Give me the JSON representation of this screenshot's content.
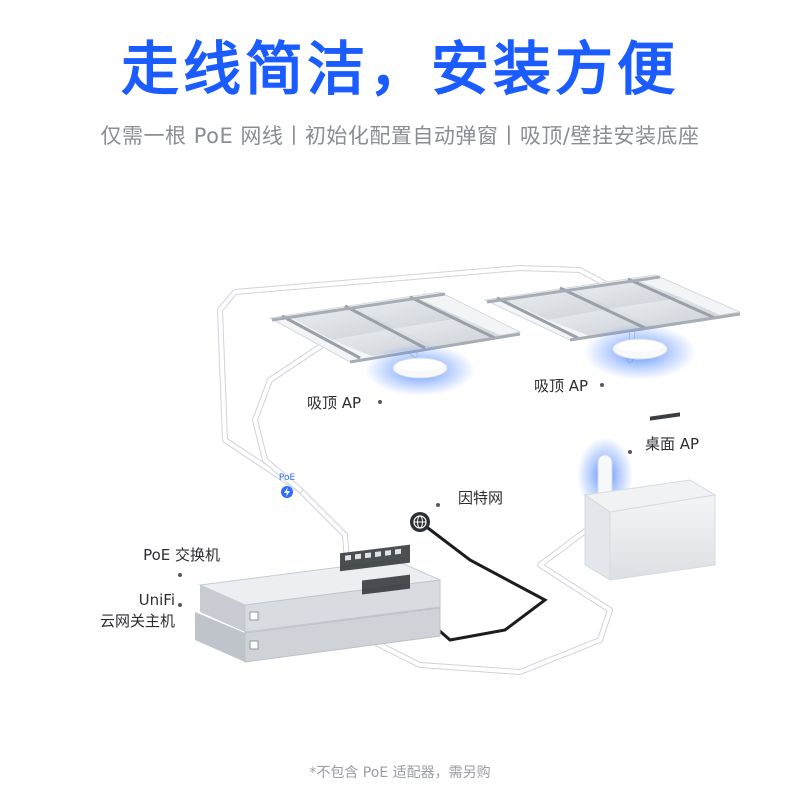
{
  "title": "走线简洁，安装方便",
  "subtitle": "仅需一根 PoE 网线丨初始化配置自动弹窗丨吸顶/壁挂安装底座",
  "labels": {
    "ceiling_ap_left": "吸顶 AP",
    "ceiling_ap_right": "吸顶 AP",
    "desktop_ap": "桌面 AP",
    "internet": "因特网",
    "poe_switch": "PoE 交换机",
    "gateway_line1": "UniFi",
    "gateway_line2": "云网关主机",
    "poe_badge": "PoE"
  },
  "footnote": "*不包含 PoE 适配器，需另购",
  "colors": {
    "title": "#1a5cff",
    "accent": "#2f6bff",
    "subtitle": "#8a8d93",
    "glow": "#3d7bff"
  },
  "icons": {
    "internet": "globe-icon",
    "poe": "lightning-icon"
  }
}
